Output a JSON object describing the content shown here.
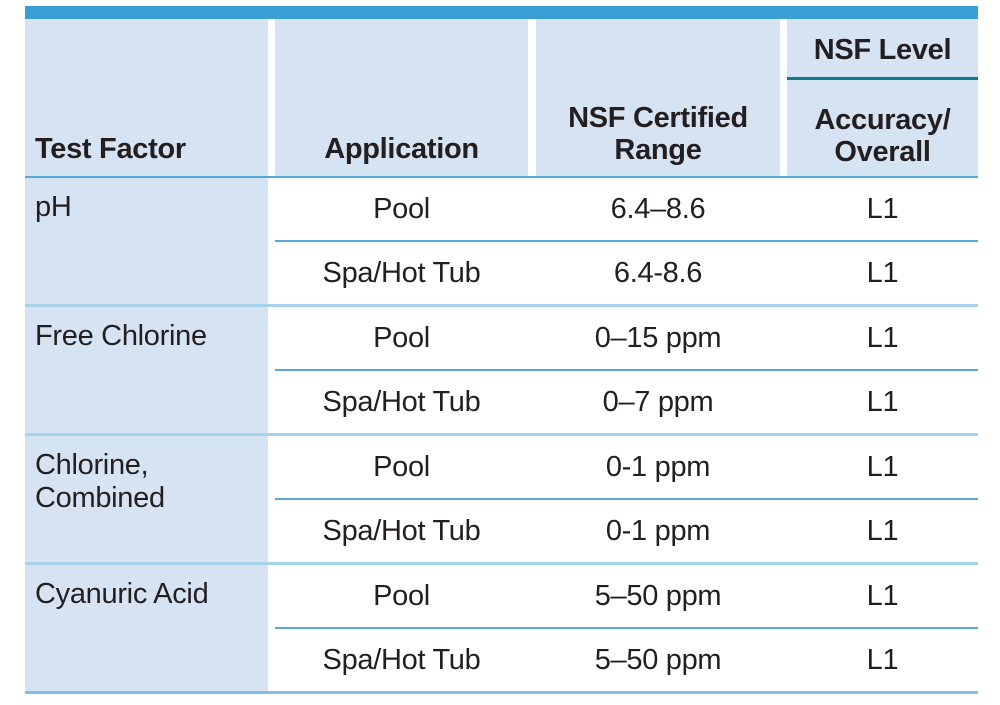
{
  "header": {
    "test_factor": "Test Factor",
    "application": "Application",
    "nsf_certified_range": "NSF Certified\nRange",
    "nsf_level": "NSF Level",
    "accuracy_overall": "Accuracy/\nOverall"
  },
  "body": {
    "groups": [
      {
        "factor": "pH",
        "rows": [
          {
            "application": "Pool",
            "range": "6.4–8.6",
            "level": "L1"
          },
          {
            "application": "Spa/Hot Tub",
            "range": "6.4-8.6",
            "level": "L1"
          }
        ]
      },
      {
        "factor": "Free Chlorine",
        "rows": [
          {
            "application": "Pool",
            "range": "0–15 ppm",
            "level": "L1"
          },
          {
            "application": "Spa/Hot Tub",
            "range": "0–7 ppm",
            "level": "L1"
          }
        ]
      },
      {
        "factor": "Chlorine, Combined",
        "rows": [
          {
            "application": "Pool",
            "range": "0-1 ppm",
            "level": "L1"
          },
          {
            "application": "Spa/Hot Tub",
            "range": "0-1 ppm",
            "level": "L1"
          }
        ]
      },
      {
        "factor": "Cyanuric Acid",
        "rows": [
          {
            "application": "Pool",
            "range": "5–50 ppm",
            "level": "L1"
          },
          {
            "application": "Spa/Hot Tub",
            "range": "5–50 ppm",
            "level": "L1"
          }
        ]
      }
    ]
  },
  "colors": {
    "topbar": "#3a9fd9",
    "cellbg": "#d5e3f3",
    "teal": "#0f7b8e",
    "line": "#55a9d8",
    "groupline": "#a6d3ea",
    "bottomline": "#7fc0e2",
    "text": "#231f20"
  }
}
